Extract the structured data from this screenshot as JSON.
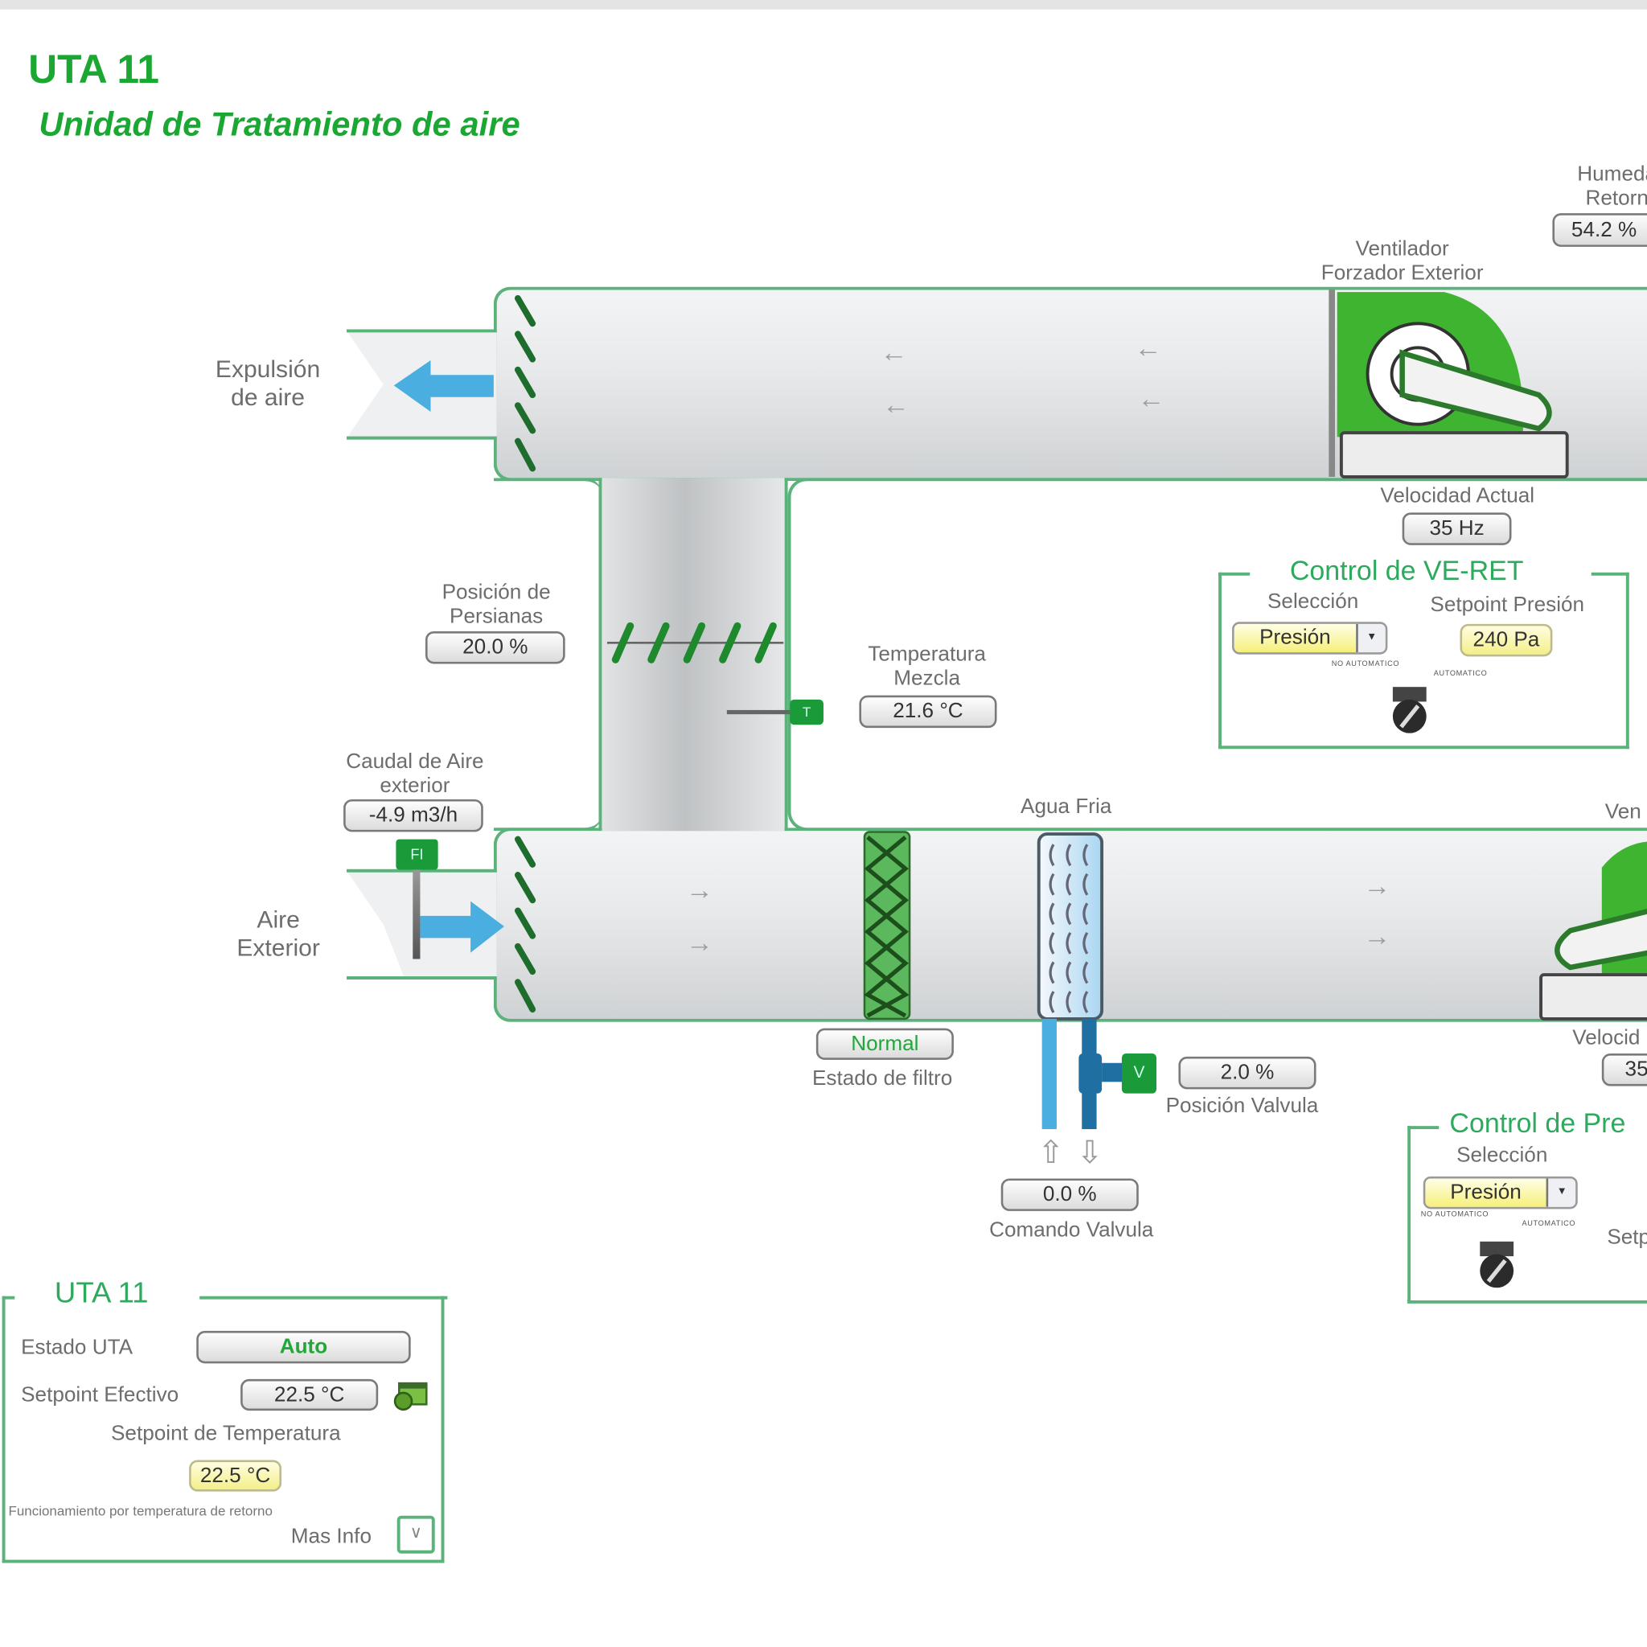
{
  "header": {
    "title": "UTA 11",
    "subtitle": "Unidad de Tratamiento de aire"
  },
  "colors": {
    "brand_green": "#1aa832",
    "duct_border": "#5bb27a",
    "water_light": "#4aaee0",
    "water_dark": "#1f6fa3",
    "setpoint_yellow": "#f6f07a"
  },
  "diagram": {
    "humidity": {
      "label_1": "Humedad",
      "label_2": "Retorno",
      "value": "54.2 %"
    },
    "return_fan": {
      "label_1": "Ventilador",
      "label_2": "Forzador Exterior",
      "speed_label": "Velocidad Actual",
      "speed_value": "35 Hz",
      "icon": "fan-icon"
    },
    "exhaust": {
      "label_1": "Expulsión",
      "label_2": "de aire"
    },
    "outside_air": {
      "label_1": "Aire",
      "label_2": "Exterior"
    },
    "damper": {
      "label_1": "Posición de",
      "label_2": "Persianas",
      "value": "20.0 %"
    },
    "mix_temp": {
      "label_1": "Temperatura",
      "label_2": "Mezcla",
      "value": "21.6 °C",
      "sensor_tag": "T"
    },
    "airflow": {
      "label_1": "Caudal de Aire",
      "label_2": "exterior",
      "value": "-4.9 m3/h",
      "sensor_tag": "FI"
    },
    "filter": {
      "status": "Normal",
      "label": "Estado de filtro"
    },
    "coil": {
      "label": "Agua Fria",
      "valve_tag": "V",
      "valve_position": "2.0 %",
      "valve_position_label": "Posición Valvula",
      "valve_command": "0.0 %",
      "valve_command_label": "Comando Valvula"
    },
    "supply_fan": {
      "label": "Ven",
      "speed_label": "Velocid",
      "speed_value": "35"
    }
  },
  "ve_ret_control": {
    "title": "Control de VE-RET",
    "selection_label": "Selección",
    "selection_value": "Presión",
    "setpoint_label": "Setpoint Presión",
    "setpoint_value": "240 Pa",
    "switch_left": "NO AUTOMATICO",
    "switch_right": "AUTOMATICO"
  },
  "pressure_control": {
    "title": "Control de Pre",
    "selection_label": "Selección",
    "selection_value": "Presión",
    "switch_left": "NO AUTOMATICO",
    "switch_right": "AUTOMATICO",
    "setpoint_label": "Setp"
  },
  "uta_panel": {
    "title": "UTA 11",
    "state_label": "Estado UTA",
    "state_value": "Auto",
    "effective_label": "Setpoint Efectivo",
    "effective_value": "22.5 °C",
    "setpoint_label": "Setpoint de Temperatura",
    "setpoint_value": "22.5 °C",
    "note": "Funcionamiento por temperatura de retorno",
    "more_info": "Mas Info"
  }
}
